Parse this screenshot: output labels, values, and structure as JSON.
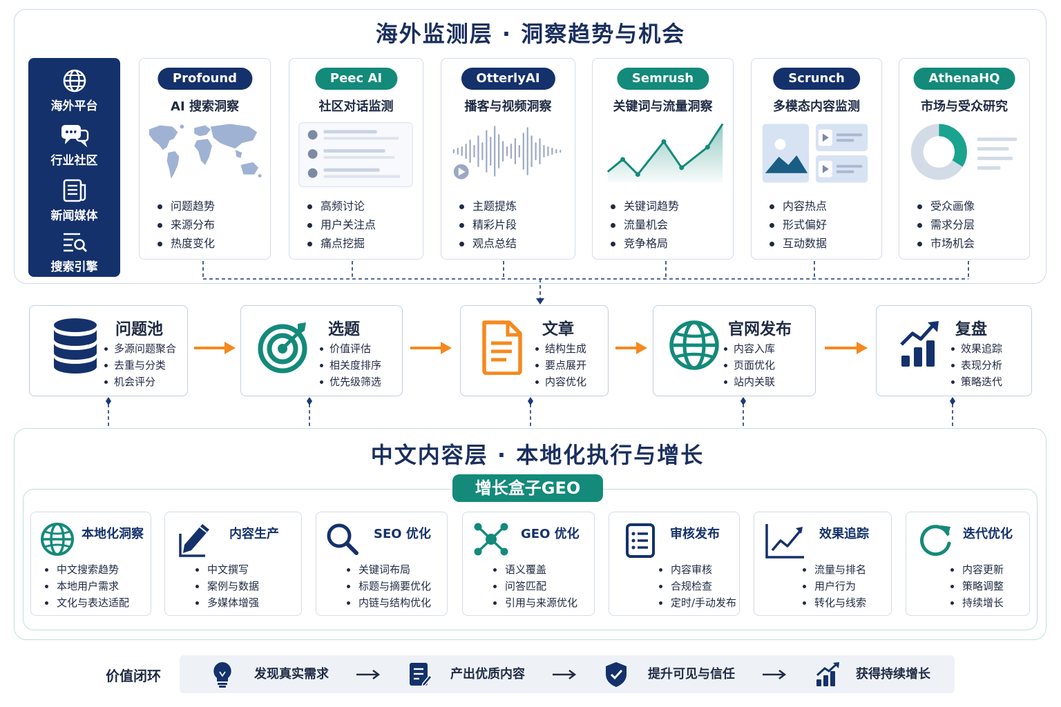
{
  "top_layer": {
    "title": "海外监测层 · 洞察趋势与机会",
    "platforms": [
      "海外平台",
      "行业社区",
      "新闻媒体",
      "搜索引擎"
    ],
    "cards": [
      {
        "tool": "Profound",
        "subtitle": "AI 搜索洞察",
        "bullets": [
          "问题趋势",
          "来源分布",
          "热度变化"
        ]
      },
      {
        "tool": "Peec AI",
        "subtitle": "社区对话监测",
        "bullets": [
          "高频讨论",
          "用户关注点",
          "痛点挖掘"
        ]
      },
      {
        "tool": "OtterlyAI",
        "subtitle": "播客与视频洞察",
        "bullets": [
          "主题提炼",
          "精彩片段",
          "观点总结"
        ]
      },
      {
        "tool": "Semrush",
        "subtitle": "关键词与流量洞察",
        "bullets": [
          "关键词趋势",
          "流量机会",
          "竞争格局"
        ]
      },
      {
        "tool": "Scrunch",
        "subtitle": "多模态内容监测",
        "bullets": [
          "内容热点",
          "形式偏好",
          "互动数据"
        ]
      },
      {
        "tool": "AthenaHQ",
        "subtitle": "市场与受众研究",
        "bullets": [
          "受众画像",
          "需求分层",
          "市场机会"
        ]
      }
    ]
  },
  "pipeline": [
    {
      "title": "问题池",
      "bullets": [
        "多源问题聚合",
        "去重与分类",
        "机会评分"
      ]
    },
    {
      "title": "选题",
      "bullets": [
        "价值评估",
        "相关度排序",
        "优先级筛选"
      ]
    },
    {
      "title": "文章",
      "bullets": [
        "结构生成",
        "要点展开",
        "内容优化"
      ]
    },
    {
      "title": "官网发布",
      "bullets": [
        "内容入库",
        "页面优化",
        "站内关联"
      ]
    },
    {
      "title": "复盘",
      "bullets": [
        "效果追踪",
        "表现分析",
        "策略迭代"
      ]
    }
  ],
  "bottom_layer": {
    "title": "中文内容层 · 本地化执行与增长",
    "badge": "增长盒子GEO",
    "cards": [
      {
        "title": "本地化洞察",
        "bullets": [
          "中文搜索趋势",
          "本地用户需求",
          "文化与表达适配"
        ]
      },
      {
        "title": "内容生产",
        "bullets": [
          "中文撰写",
          "案例与数据",
          "多媒体增强"
        ]
      },
      {
        "title": "SEO 优化",
        "bullets": [
          "关键词布局",
          "标题与摘要优化",
          "内链与结构优化"
        ]
      },
      {
        "title": "GEO 优化",
        "bullets": [
          "语义覆盖",
          "问答匹配",
          "引用与来源优化"
        ]
      },
      {
        "title": "审核发布",
        "bullets": [
          "内容审核",
          "合规检查",
          "定时/手动发布"
        ]
      },
      {
        "title": "效果追踪",
        "bullets": [
          "流量与排名",
          "用户行为",
          "转化与线索"
        ]
      },
      {
        "title": "迭代优化",
        "bullets": [
          "内容更新",
          "策略调整",
          "持续增长"
        ]
      }
    ]
  },
  "value_loop": {
    "label": "价值闭环",
    "steps": [
      "发现真实需求",
      "产出优质内容",
      "提升可见与信任",
      "获得持续增长"
    ]
  },
  "colors": {
    "navy": "#14316b",
    "teal": "#138a7a",
    "orange": "#f5891f"
  }
}
